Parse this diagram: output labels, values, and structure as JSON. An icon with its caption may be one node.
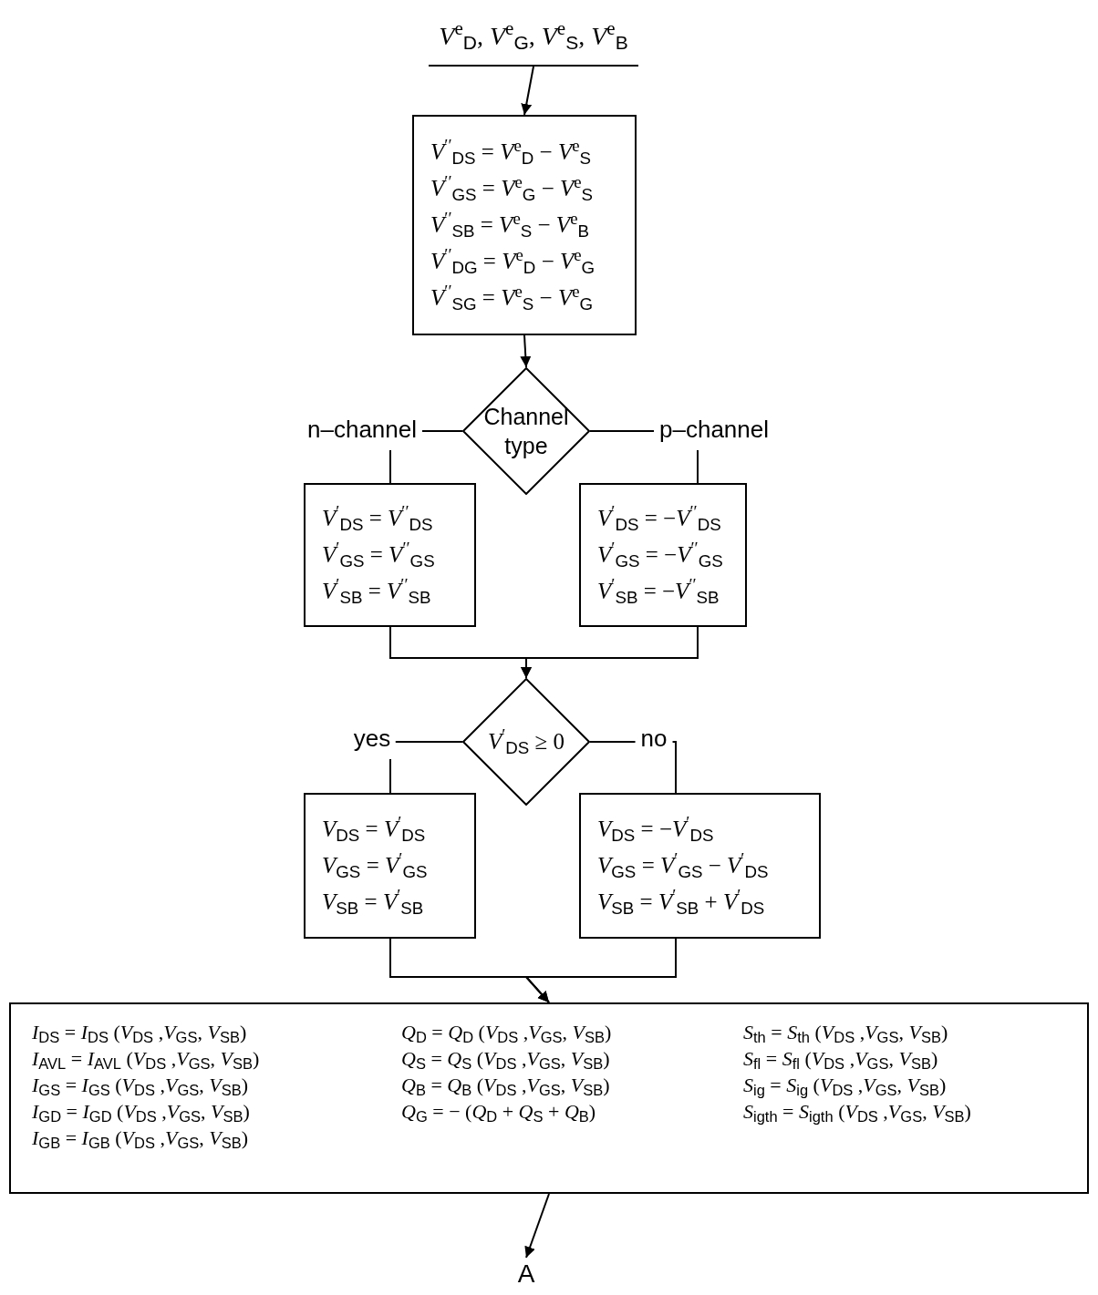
{
  "diagram": {
    "nodes": [
      {
        "text": [
          "*V*$^{e}$$_{D}$, *V*$^{e}$$_{G}$, *V*$^{e}$$_{S}$,  *V*$^{e}$$_{B}$"
        ]
      },
      {
        "text": [
          "*V*$^{′′}$$_{DS}$ = *V*$^{e}$$_{D}$ − *V*$^{e}$$_{S}$",
          "*V*$^{′′}$$_{GS}$ = *V*$^{e}$$_{G}$ − *V*$^{e}$$_{S}$",
          "*V*$^{′′}$$_{SB}$ = *V*$^{e}$$_{S}$ − *V*$^{e}$$_{B}$",
          "*V*$^{′′}$$_{DG}$ = *V*$^{e}$$_{D}$ − *V*$^{e}$$_{G}$",
          "*V*$^{′′}$$_{SG}$ = *V*$^{e}$$_{S}$ − *V*$^{e}$$_{G}$"
        ]
      },
      {
        "text": [
          "Channel type"
        ]
      },
      {
        "text": [
          "*V*$^{′}$$_{DS}$ = *V*$^{′′}$$_{DS}$",
          "*V*$^{′}$$_{GS}$ = *V*$^{′′}$$_{GS}$",
          "*V*$^{′}$$_{SB}$ = *V*$^{′′}$$_{SB}$"
        ]
      },
      {
        "text": [
          "*V*$^{′}$$_{DS}$ = −*V*$^{′′}$$_{DS}$",
          "*V*$^{′}$$_{GS}$ = −*V*$^{′′}$$_{GS}$",
          "*V*$^{′}$$_{SB}$ = −*V*$^{′′}$$_{SB}$"
        ]
      },
      {
        "text": [
          "*V*$^{′}$$_{DS}$ ≥ 0"
        ]
      },
      {
        "text": [
          "*V*$_{DS}$ = *V*$^{′}$$_{DS}$",
          "*V*$_{GS}$ = *V*$^{′}$$_{GS}$",
          "*V*$_{SB}$ = *V*$^{′}$$_{SB}$"
        ]
      },
      {
        "text": [
          "*V*$_{DS}$ = −*V*$^{′}$$_{DS}$",
          "*V*$_{GS}$ = *V*$^{′}$$_{GS}$ − *V*$^{′}$$_{DS}$",
          "*V*$_{SB}$ = *V*$^{′}$$_{SB}$ + *V*$^{′}$$_{DS}$"
        ]
      },
      {
        "text": [
          "*I*$_{DS}$ = *I*$_{DS}$ (*V*$_{DS}$ ,*V*$_{GS}$, *V*$_{SB}$)",
          "*I*$_{AVL}$ = *I*$_{AVL}$ (*V*$_{DS}$ ,*V*$_{GS}$, *V*$_{SB}$)",
          "*I*$_{GS}$ = *I*$_{GS}$ (*V*$_{DS}$ ,*V*$_{GS}$, *V*$_{SB}$)",
          "*I*$_{GD}$ = *I*$_{GD}$ (*V*$_{DS}$ ,*V*$_{GS}$, *V*$_{SB}$)",
          "*I*$_{GB}$ = *I*$_{GB}$ (*V*$_{DS}$ ,*V*$_{GS}$, *V*$_{SB}$)",
          "*Q*$_{D}$ = *Q*$_{D}$ (*V*$_{DS}$ ,*V*$_{GS}$, *V*$_{SB}$)",
          "*Q*$_{S}$ = *Q*$_{S}$ (*V*$_{DS}$ ,*V*$_{GS}$, *V*$_{SB}$)",
          "*Q*$_{B}$ = *Q*$_{B}$ (*V*$_{DS}$ ,*V*$_{GS}$, *V*$_{SB}$)",
          "*Q*$_{G}$ = − (*Q*$_{D}$ + *Q*$_{S}$ + *Q*$_{B}$)",
          "*S*$_{th}$ = *S*$_{th}$ (*V*$_{DS}$ ,*V*$_{GS}$, *V*$_{SB}$)",
          "*S*$_{fl}$ = *S*$_{fl}$ (*V*$_{DS}$ ,*V*$_{GS}$, *V*$_{SB}$)",
          "*S*$_{ig}$ = *S*$_{ig}$ (*V*$_{DS}$ ,*V*$_{GS}$, *V*$_{SB}$)",
          "*S*$_{igth}$ = *S*$_{igth}$ (*V*$_{DS}$ ,*V*$_{GS}$, *V*$_{SB}$)"
        ]
      },
      {
        "text": [
          "A"
        ]
      }
    ],
    "edges": [
      {
        "from": 0,
        "to": 1,
        "arrow": "to"
      },
      {
        "from": 1,
        "to": 2,
        "arrow": "to"
      },
      {
        "from": 2,
        "to": 3,
        "arrow": "none",
        "label": "n–channel"
      },
      {
        "from": 2,
        "to": 4,
        "arrow": "none",
        "label": "p–channel"
      },
      {
        "from": 3,
        "to": 5,
        "arrow": "to"
      },
      {
        "from": 4,
        "to": 5,
        "arrow": "to"
      },
      {
        "from": 5,
        "to": 6,
        "arrow": "none",
        "label": "yes"
      },
      {
        "from": 5,
        "to": 7,
        "arrow": "none",
        "label": "no"
      },
      {
        "from": 6,
        "to": 8,
        "arrow": "to"
      },
      {
        "from": 7,
        "to": 8,
        "arrow": "to"
      },
      {
        "from": 8,
        "to": 9,
        "arrow": "to"
      }
    ]
  }
}
